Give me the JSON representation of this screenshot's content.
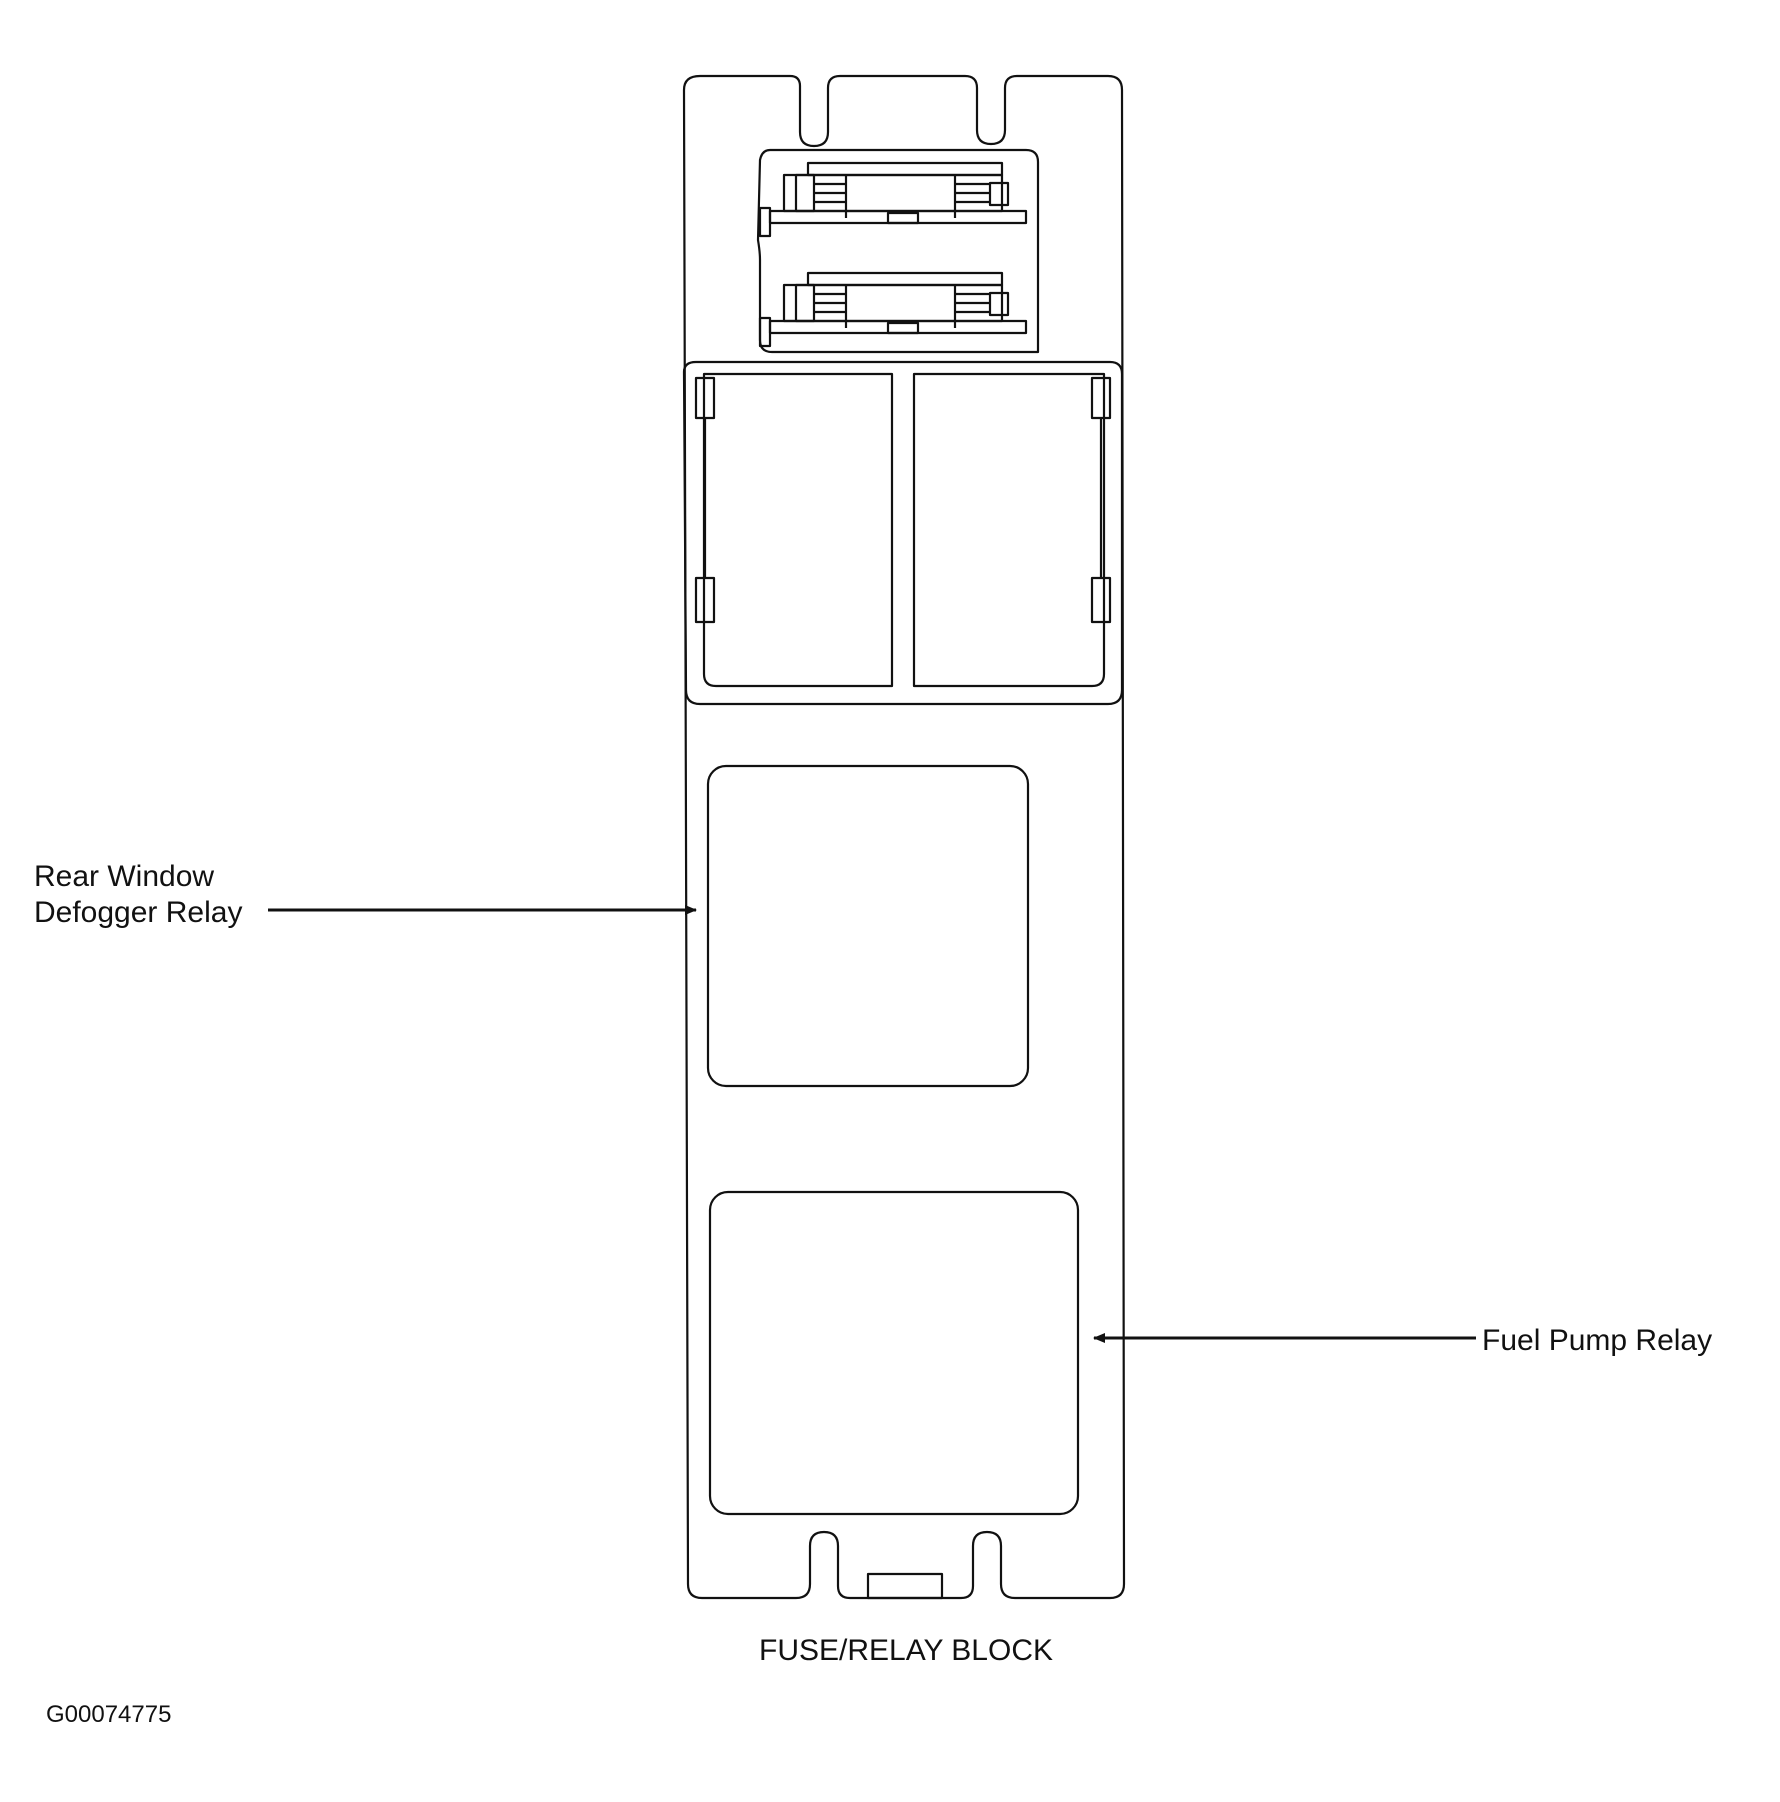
{
  "callouts": {
    "rear_window_line1": "Rear Window",
    "rear_window_line2": "Defogger Relay",
    "fuel_pump": "Fuel Pump Relay"
  },
  "caption": "FUSE/RELAY BLOCK",
  "figure_code": "G00074775",
  "colors": {
    "line": "#111111",
    "background": "#ffffff"
  }
}
